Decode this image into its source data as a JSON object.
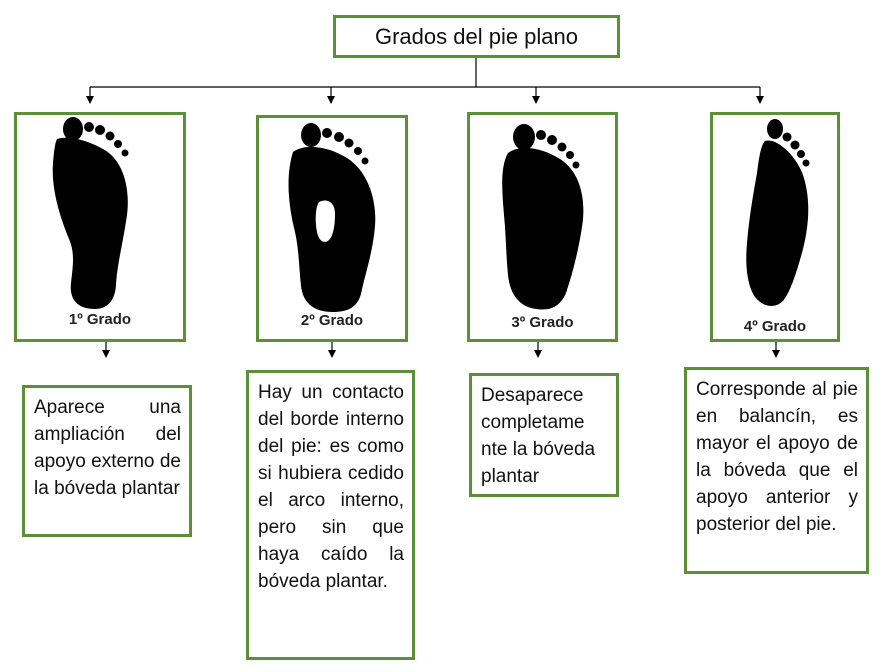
{
  "title": "Grados del pie plano",
  "grades": [
    {
      "label": "1º Grado",
      "description": "Aparece una ampliación del apoyo externo de la bóveda plantar"
    },
    {
      "label": "2º Grado",
      "description": "Hay un contacto del borde interno del pie: es como si hubiera cedido el arco interno, pero sin que haya caído la bóveda plantar."
    },
    {
      "label": "3º Grado",
      "description": "Desaparece completame nte la bóveda plantar"
    },
    {
      "label": "4º Grado",
      "description": "Corresponde al pie en balancín, es mayor el apoyo de la bóveda que el apoyo anterior y posterior del pie."
    }
  ],
  "colors": {
    "border": "#5d8f3a",
    "footprint": "#000000",
    "connector": "#000000"
  }
}
